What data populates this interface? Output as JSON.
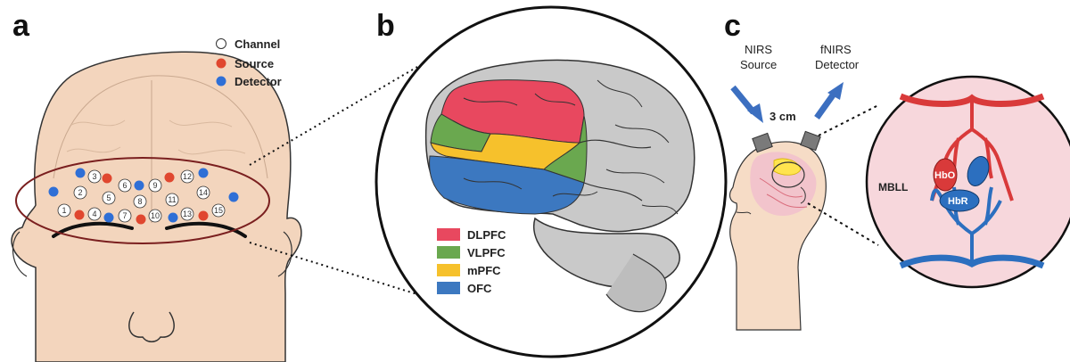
{
  "panels": {
    "a": {
      "letter": "a",
      "legend": {
        "channel": "Channel",
        "source": "Source",
        "detector": "Detector"
      },
      "channels": [
        "1",
        "2",
        "3",
        "4",
        "5",
        "6",
        "7",
        "8",
        "9",
        "10",
        "11",
        "12",
        "13",
        "14",
        "15"
      ]
    },
    "b": {
      "letter": "b",
      "regions": [
        {
          "label": "DLPFC",
          "color": "#e8485f"
        },
        {
          "label": "VLPFC",
          "color": "#6aa84f"
        },
        {
          "label": "mPFC",
          "color": "#f6c12c"
        },
        {
          "label": "OFC",
          "color": "#3c78c0"
        }
      ]
    },
    "c": {
      "letter": "c",
      "source_label_1": "NIRS",
      "source_label_2": "Source",
      "detector_label_1": "fNIRS",
      "detector_label_2": "Detector",
      "distance": "3 cm",
      "mbll": "MBLL",
      "hbo": "HbO",
      "hbr": "HbR"
    }
  },
  "colors": {
    "source": "#e0472f",
    "detector": "#2f6fd6",
    "ring": "#7a1f1f",
    "skin": "#f3d5bd",
    "brain_gray": "#c9c9c9",
    "vessel_red": "#d93a3a",
    "vessel_blue": "#2c6fbf"
  }
}
